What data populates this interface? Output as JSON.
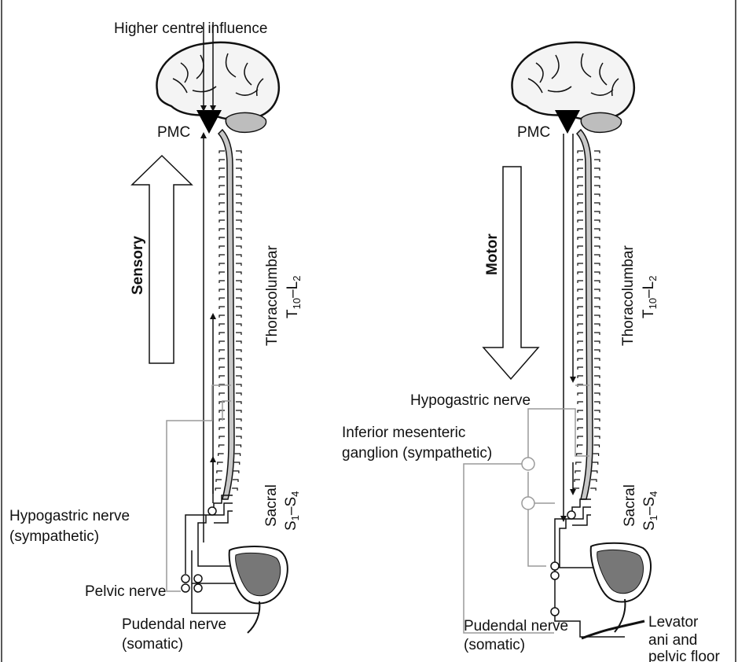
{
  "top_label": "Higher centre influence",
  "left_panel": {
    "pmc": "PMC",
    "arrow_label": "Sensory",
    "spine_label": "Thoracolumbar",
    "spine_seg": {
      "t": "T",
      "t_sub": "10",
      "dash": "–",
      "l": "L",
      "l_sub": "2"
    },
    "sacral": "Sacral",
    "sacral_seg": {
      "s1": "S",
      "s1_sub": "1",
      "dash": "–",
      "s4": "S",
      "s4_sub": "4"
    },
    "hypogastric_1": "Hypogastric nerve",
    "hypogastric_2": "(sympathetic)",
    "pelvic": "Pelvic nerve",
    "pudendal_1": "Pudendal nerve",
    "pudendal_2": "(somatic)"
  },
  "right_panel": {
    "pmc": "PMC",
    "arrow_label": "Motor",
    "spine_label": "Thoracolumbar",
    "spine_seg": {
      "t": "T",
      "t_sub": "10",
      "dash": "–",
      "l": "L",
      "l_sub": "2"
    },
    "sacral": "Sacral",
    "sacral_seg": {
      "s1": "S",
      "s1_sub": "1",
      "dash": "–",
      "s4": "S",
      "s4_sub": "4"
    },
    "hypogastric": "Hypogastric nerve",
    "img_1": "Inferior mesenteric",
    "img_2": "ganglion (sympathetic)",
    "pudendal_1": "Pudendal nerve",
    "pudendal_2": "(somatic)",
    "levator_1": "Levator",
    "levator_2": "ani and",
    "levator_3": "pelvic floor"
  },
  "colors": {
    "line": "#111111",
    "gray_line": "#9a9a9a",
    "spine_fill": "#c8c8c8",
    "bladder_fill": "#777777"
  }
}
